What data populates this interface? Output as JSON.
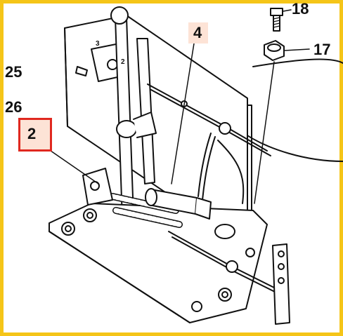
{
  "diagram": {
    "frame_color": "#f5c518",
    "highlight_color": "#e0281f",
    "tag_fill": "#fde3d6",
    "callouts": [
      {
        "id": "c18",
        "text": "18"
      },
      {
        "id": "c17",
        "text": "17"
      },
      {
        "id": "c4",
        "text": "4"
      },
      {
        "id": "c25",
        "text": "25"
      },
      {
        "id": "c26",
        "text": "26"
      },
      {
        "id": "c2",
        "text": "2"
      }
    ],
    "panel_markings": {
      "left": "3",
      "right": "2"
    }
  }
}
